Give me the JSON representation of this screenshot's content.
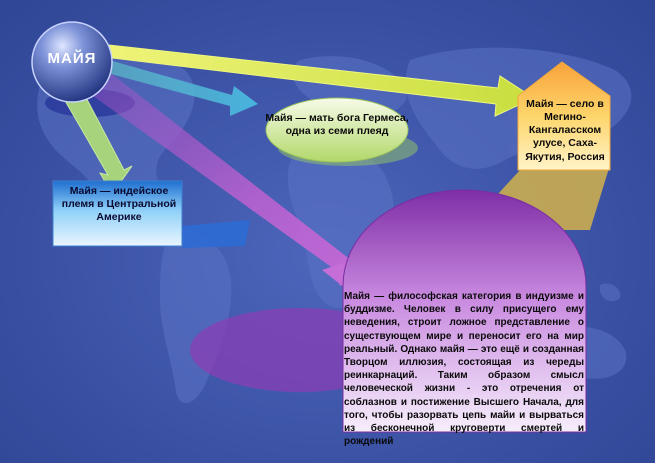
{
  "central": {
    "label": "МАЙЯ"
  },
  "nodes": {
    "hermes_mother": "Майя — мать бога Гермеса, одна из семи плеяд",
    "indian_tribe": "Майя — индейское племя в Центральной Америке",
    "village": "Майя — село в Мегино-Кангаласском улусе, Саха-Якутия, Россия",
    "philosophy": "Майя — философская категория в индуизме и буддизме. Человек в силу присущего ему неведения, строит ложное представление о существующем мире и переносит его на мир реальный. Однако майя — это ещё и созданная Творцом иллюзия, состоящая из череды реинкарнаций. Таким образом смысл человеческой жизни - это отречения от соблазнов и постижение Высшего Начала, для того, чтобы разорвать цепь майи и вырваться из бесконечной круговерти смертей и рождений"
  },
  "colors": {
    "background": "#3f56a8",
    "arrow_yellow": "#d8e84a",
    "arrow_green": "#9fd07e",
    "arrow_purple": "#a64fc4",
    "arrow_teal": "#62c2d8",
    "oval_green": "#c5e17f",
    "box_blue": "#5db2ea",
    "pentagon_yellow": "#fcd466",
    "dome_purple": "#9a4ac0"
  }
}
